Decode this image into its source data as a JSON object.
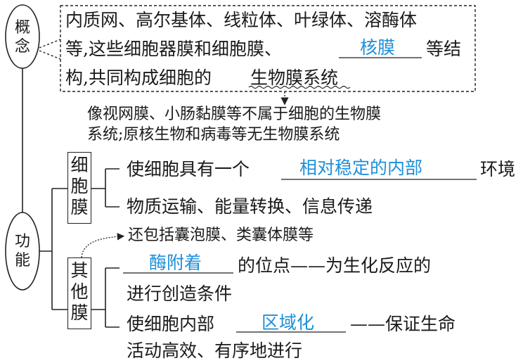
{
  "concept": {
    "label": "概念",
    "box_lines": [
      "内质网、高尔基体、线粒体、叶绿体、溶酶体",
      "等,这些细胞器膜和细胞膜、",
      "构,共同构成细胞的"
    ],
    "line2_after": "等结",
    "blank": "核膜",
    "key_term": "生物膜系统",
    "note_lines": [
      "像视网膜、小肠黏膜等不属于细胞的生物膜",
      "系统;原核生物和病毒等无生物膜系统"
    ]
  },
  "function": {
    "label": "功能",
    "cell_membrane": {
      "label": "细胞膜",
      "item1_before": "使细胞具有一个",
      "item1_blank": "相对稳定的内部",
      "item1_after": "环境",
      "item2": "物质运输、能量转换、信息传递"
    },
    "other_membranes": {
      "label": "其他膜",
      "note": "还包括囊泡膜、类囊体膜等",
      "item1_blank": "酶附着",
      "item1_after": "的位点——为生化反应的",
      "item1_line2": "进行创造条件",
      "item2_before": "使细胞内部",
      "item2_blank": "区域化",
      "item2_after": "——保证生命",
      "item2_line2": "活动高效、有序地进行"
    }
  }
}
